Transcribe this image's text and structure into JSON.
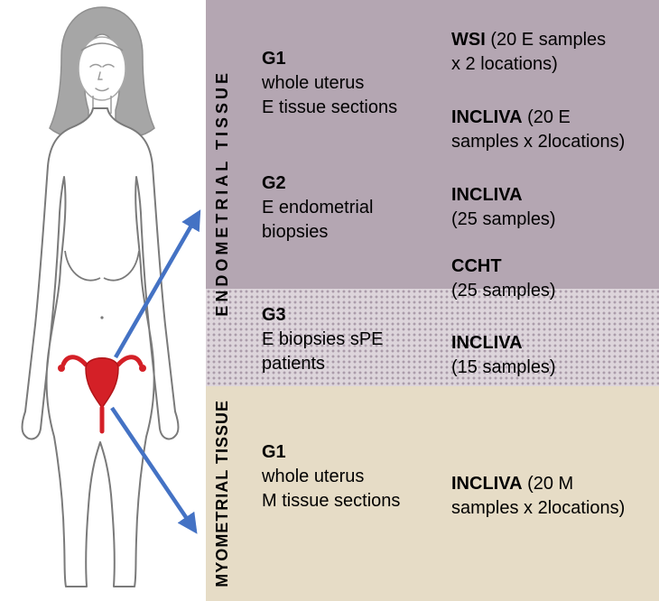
{
  "colors": {
    "endometrial_bg": "#b4a6b2",
    "g3_strip_bg": "#ddd5db",
    "myometrial_bg": "#e6dcc6",
    "arrow_blue": "#4472c4",
    "uterus_red": "#d42027"
  },
  "endometrial": {
    "label": "ENDOMETRIAL TISSUE",
    "groups": {
      "g1": {
        "id": "G1",
        "desc": "whole uterus\nE tissue sections"
      },
      "g2": {
        "id": "G2",
        "desc": "E endometrial\nbiopsies"
      },
      "g3": {
        "id": "G3",
        "desc": "E biopsies sPE\npatients"
      }
    },
    "samples": {
      "wsi": {
        "name": "WSI",
        "detail": " (20 E samples\nx 2 locations)"
      },
      "incliva_e": {
        "name": "INCLIVA",
        "detail": " (20 E\nsamples x 2locations)"
      },
      "incliva_25": {
        "name": "INCLIVA",
        "detail": "\n(25 samples)"
      },
      "ccht_25": {
        "name": "CCHT",
        "detail": "\n(25 samples)"
      },
      "incliva_15": {
        "name": "INCLIVA",
        "detail": "\n(15 samples)"
      }
    }
  },
  "myometrial": {
    "label": "MYOMETRIAL TISSUE",
    "groups": {
      "g1": {
        "id": "G1",
        "desc": "whole uterus\nM tissue sections"
      }
    },
    "samples": {
      "incliva_m": {
        "name": "INCLIVA",
        "detail": " (20 M\nsamples x 2locations)"
      }
    }
  }
}
